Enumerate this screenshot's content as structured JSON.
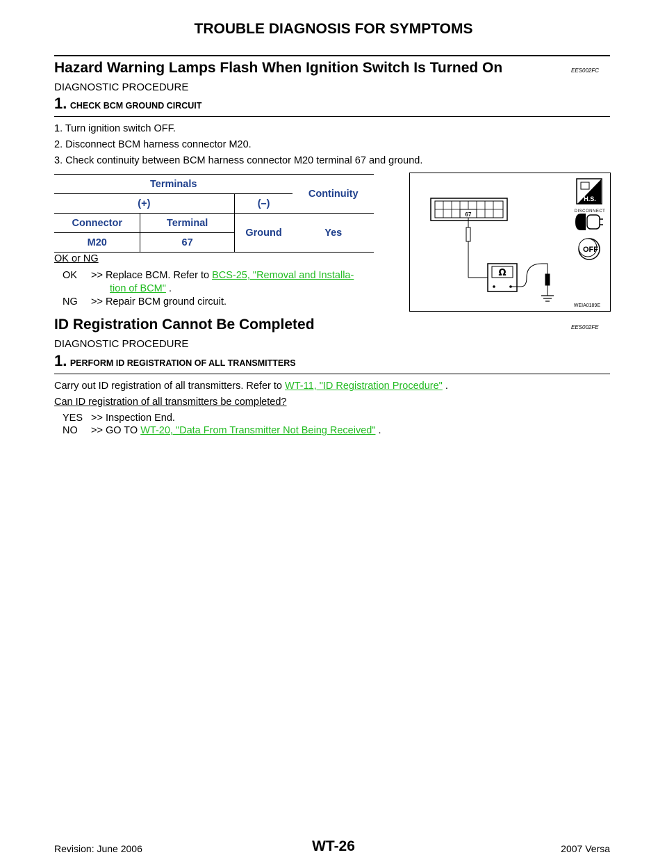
{
  "header": {
    "title": "TROUBLE DIAGNOSIS FOR SYMPTOMS"
  },
  "section1": {
    "title": "Hazard Warning Lamps Flash When Ignition Switch Is Turned On",
    "code": "EES002FC",
    "diag_label": "DIAGNOSTIC PROCEDURE",
    "step": {
      "number": "1.",
      "title": "CHECK BCM GROUND CIRCUIT"
    },
    "instructions": [
      "1. Turn ignition switch OFF.",
      "2. Disconnect BCM harness connector M20.",
      "3. Check continuity between BCM harness connector M20 terminal 67 and ground."
    ],
    "table": {
      "terminals": "Terminals",
      "continuity": "Continuity",
      "plus": "(+)",
      "minus": "(–)",
      "connector": "Connector",
      "terminal": "Terminal",
      "ground": "Ground",
      "yes": "Yes",
      "connector_value": "M20",
      "terminal_value": "67"
    },
    "result_label": "OK or NG",
    "ok": {
      "key": "OK",
      "text": ">> Replace BCM. Refer to",
      "link": "BCS-25, \"Removal and Installa-",
      "link2": "tion of BCM\"",
      "tail": "."
    },
    "ng": {
      "key": "NG",
      "text": ">> Repair BCM ground circuit."
    },
    "figure": {
      "terminal": "67",
      "hs": "H.S.",
      "disconnect": "DISCONNECT",
      "off": "OFF",
      "ohm": "Ω",
      "code": "WEIA0189E"
    }
  },
  "section2": {
    "title": "ID Registration Cannot Be Completed",
    "code": "EES002FE",
    "diag_label": "DIAGNOSTIC PROCEDURE",
    "step": {
      "number": "1.",
      "title": "PERFORM ID REGISTRATION OF ALL TRANSMITTERS"
    },
    "instruction": "Carry out ID registration of all transmitters. Refer to",
    "instruction_link": "WT-11, \"ID Registration Procedure\"",
    "instruction_tail": ".",
    "question": "Can ID registration of all transmitters be completed?",
    "yes": {
      "key": "YES",
      "text": ">> Inspection End."
    },
    "no": {
      "key": "NO",
      "text": ">> GO TO",
      "link": "WT-20, \"Data From Transmitter Not Being Received\"",
      "tail": "."
    }
  },
  "footer": {
    "revision": "Revision: June 2006",
    "page": "WT-26",
    "model": "2007 Versa"
  }
}
